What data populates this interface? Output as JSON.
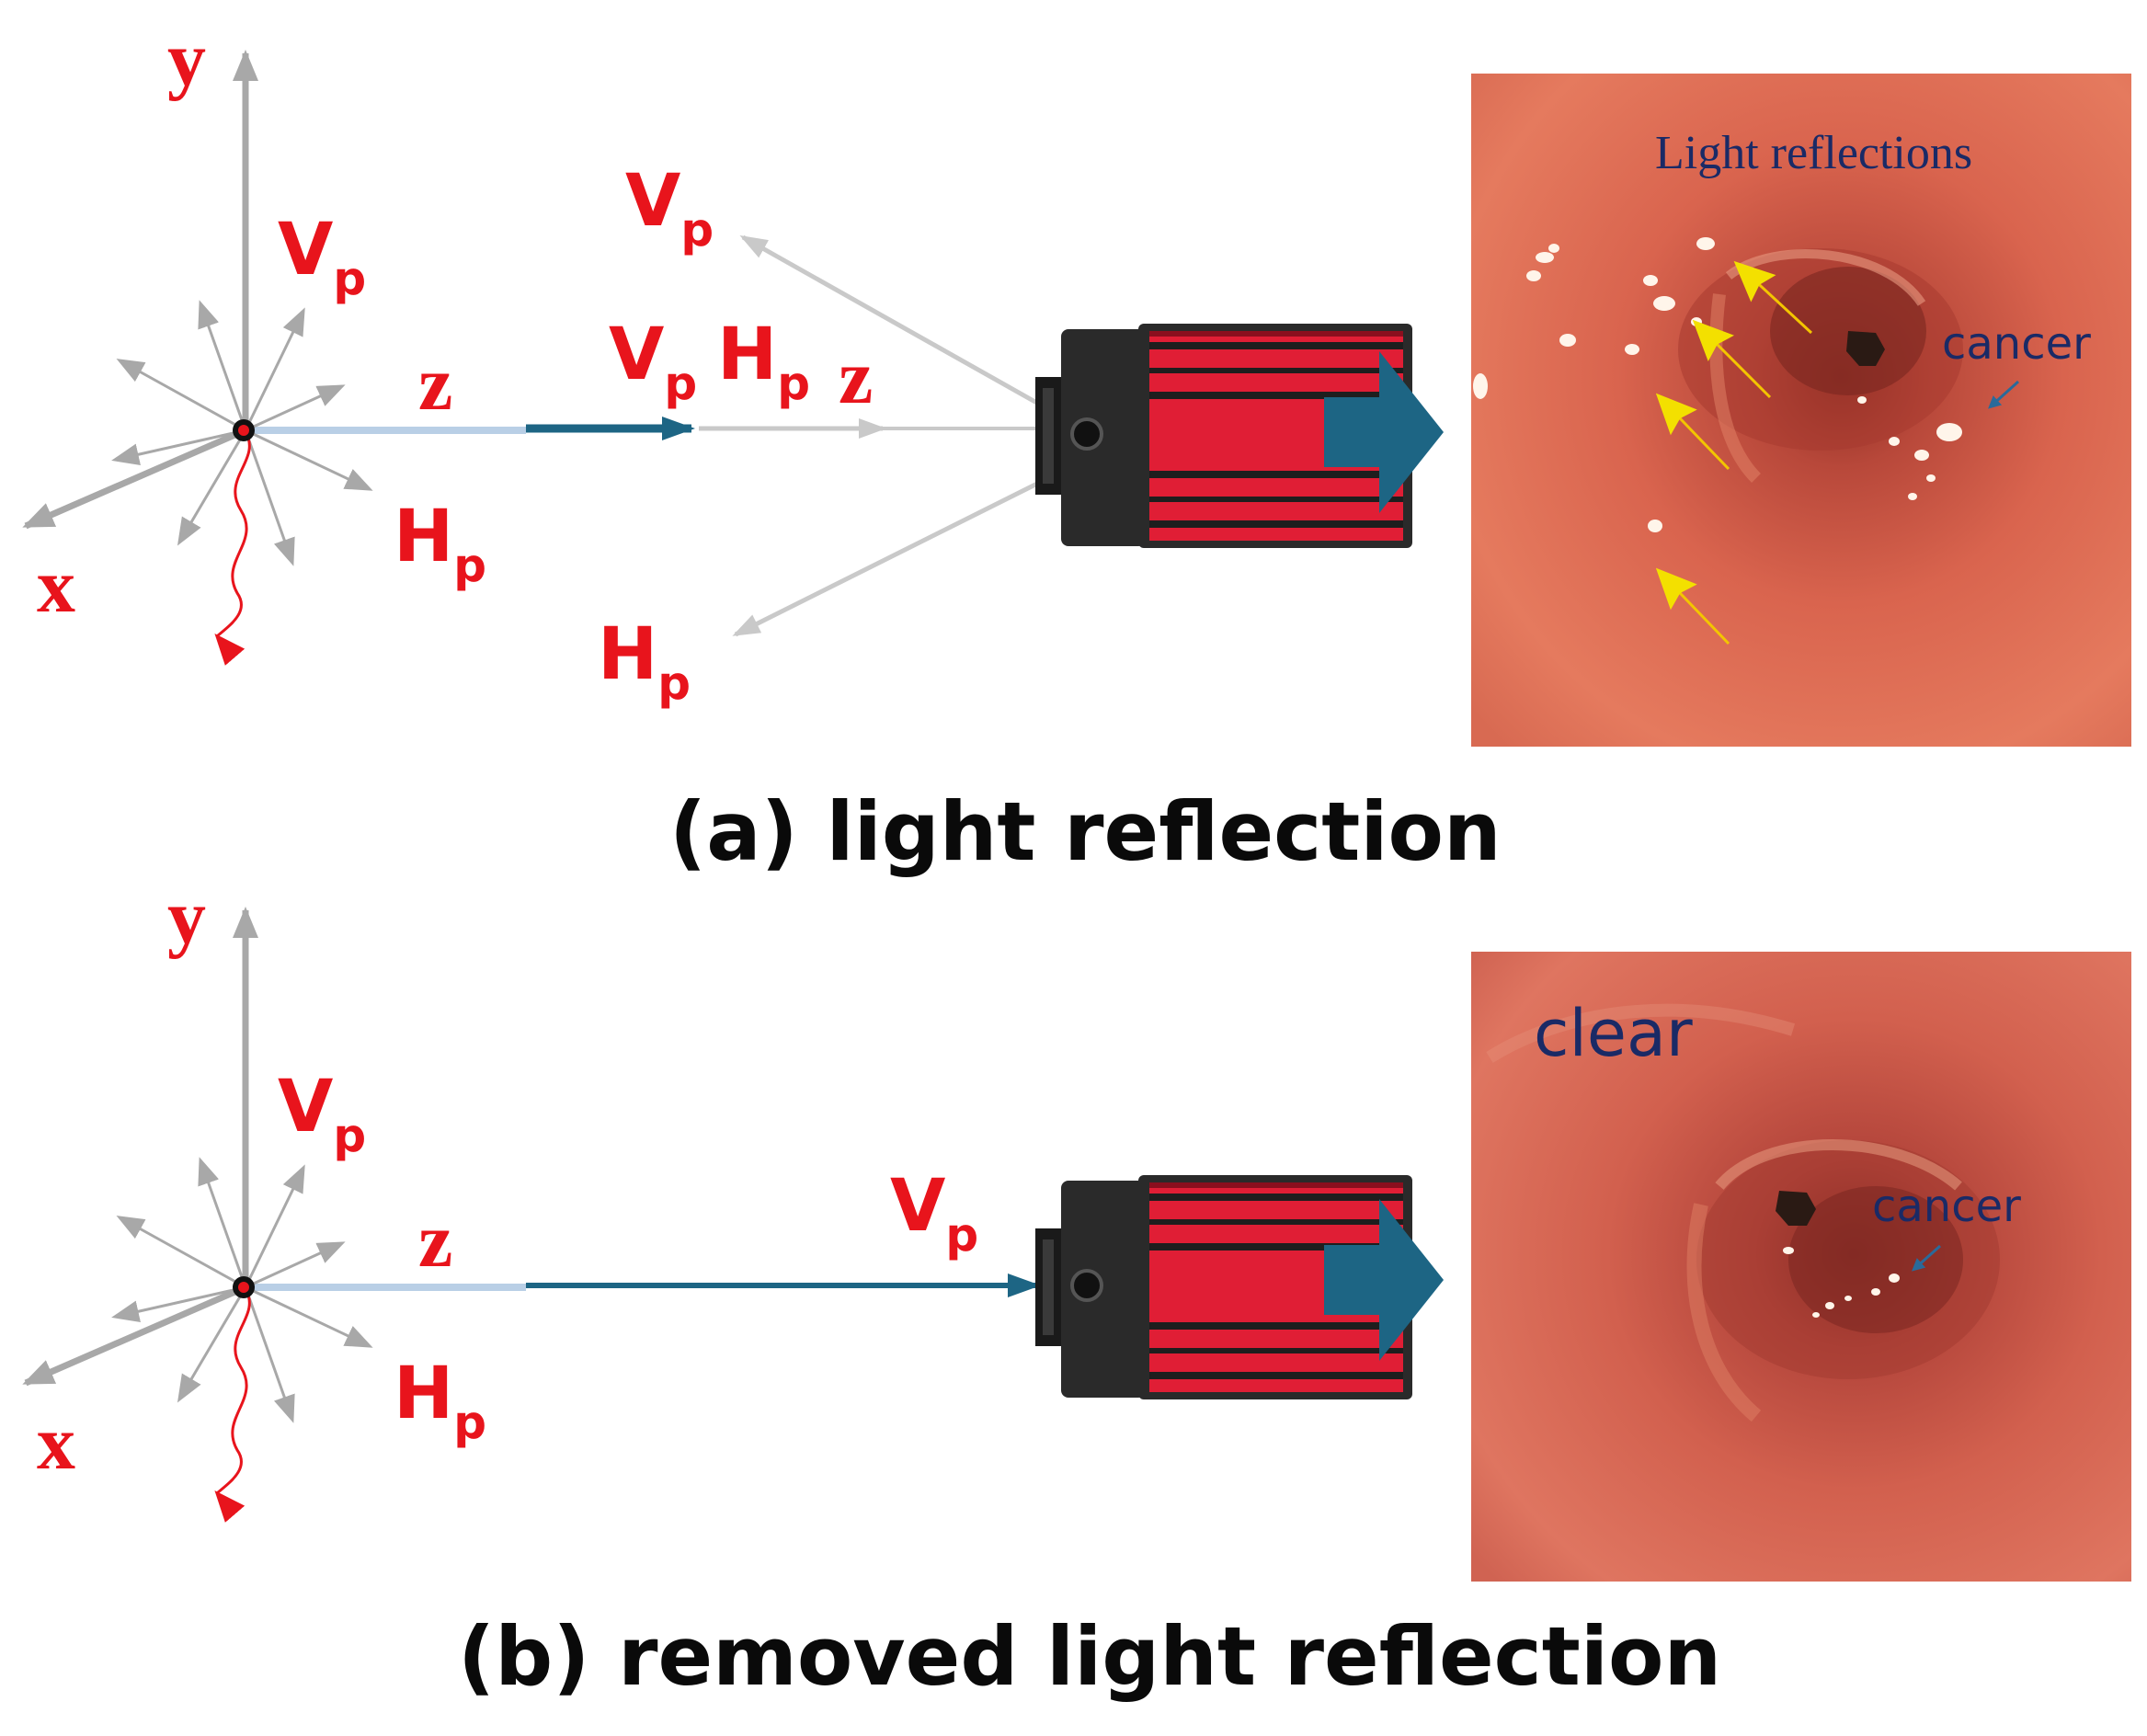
{
  "panel_a": {
    "axes": {
      "y": "y",
      "x": "x",
      "z": "z"
    },
    "polarization": {
      "v": "V",
      "h": "H",
      "sub": "p"
    },
    "beam_labels": {
      "z": "z"
    },
    "photo_labels": {
      "reflections": "Light reflections",
      "cancer": "cancer"
    },
    "caption": "(a) light reflection"
  },
  "panel_b": {
    "axes": {
      "y": "y",
      "x": "x",
      "z": "z"
    },
    "polarization": {
      "v": "V",
      "h": "H",
      "sub": "p"
    },
    "photo_labels": {
      "clear": "clear",
      "cancer": "cancer"
    },
    "caption": "(b) removed light reflection"
  },
  "colors": {
    "label_red": "#e8141c",
    "beam_blue": "#1d6584",
    "light_blue": "#b9cfe6",
    "grey_arrow": "#a8a8a8",
    "camera_red": "#e01e35",
    "camera_dark": "#2a2a2a",
    "tissue": "#cf5a45",
    "annotation_navy": "#1a2a66",
    "reflection_arrow": "#f3e000"
  },
  "icons": {
    "camera": "camera-icon",
    "process_arrow": "right-arrow-icon"
  }
}
